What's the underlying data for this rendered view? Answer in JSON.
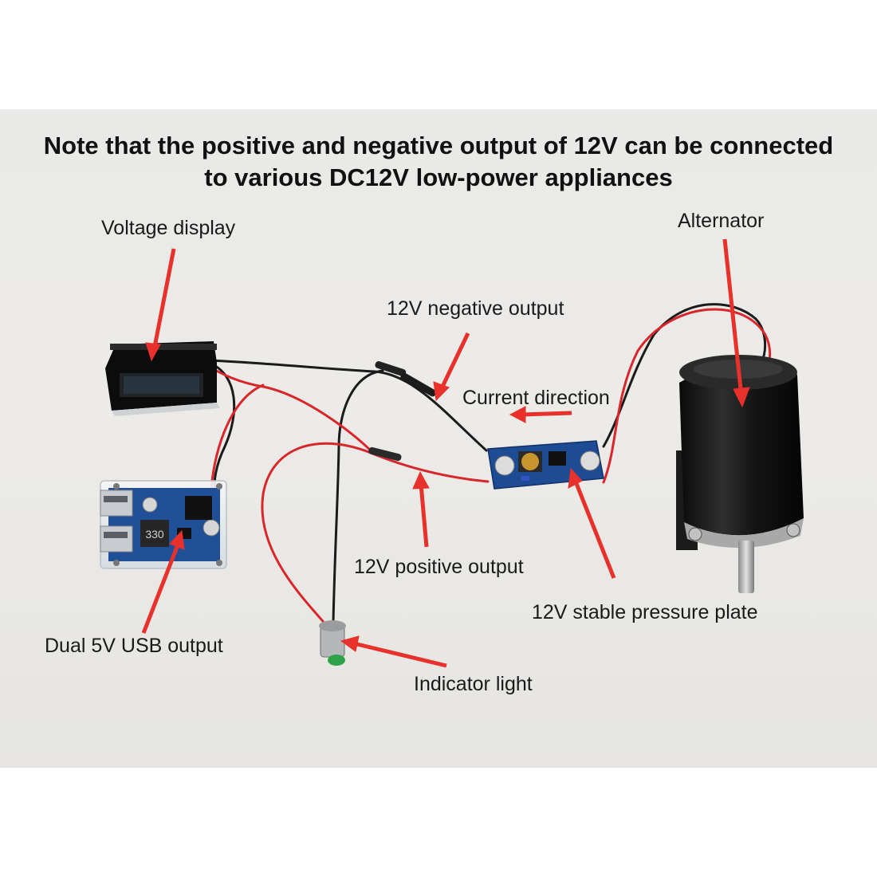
{
  "title": {
    "line1": "Note that the positive and negative output of 12V can be connected",
    "line2": "to various DC12V low-power appliances"
  },
  "labels": {
    "voltage_display": "Voltage display",
    "alternator": "Alternator",
    "negative_output": "12V negative output",
    "current_direction": "Current direction",
    "positive_output": "12V positive output",
    "stable_pressure_plate": "12V stable pressure plate",
    "dual_usb_output": "Dual 5V USB output",
    "indicator_light": "Indicator light"
  },
  "components": {
    "usb_board_print": "330"
  },
  "colors": {
    "arrow": "#e8312b",
    "red_wire": "#d8262a",
    "black_wire": "#1b1b1b",
    "pcb_blue": "#1f4f96",
    "motor_body": "#141414"
  }
}
